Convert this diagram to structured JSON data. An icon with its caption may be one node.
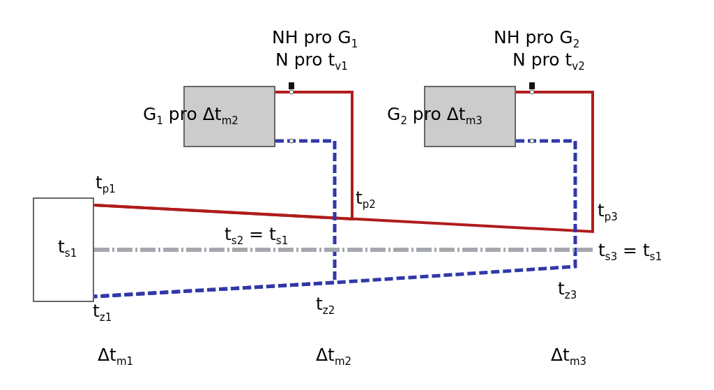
{
  "diagram": {
    "nodes": [
      {
        "text": [
          "t$_{s1}$"
        ]
      },
      {
        "text": [
          "G$_{1}$ pro Δt$_{m2}$"
        ]
      },
      {
        "text": [
          "G$_{2}$ pro Δt$_{m3}$"
        ]
      },
      {
        "text": [
          "t$_{s3}$ = t$_{s1}$"
        ]
      }
    ],
    "edges": [
      {
        "from": 0,
        "to": 1,
        "arrow": "none",
        "color": "#b01c1c"
      },
      {
        "from": 0,
        "to": 2,
        "arrow": "none",
        "color": "#b01c1c"
      },
      {
        "from": 1,
        "to": 0,
        "arrow": "none",
        "style": "dashed",
        "color": "#3038a8"
      },
      {
        "from": 2,
        "to": 0,
        "arrow": "none",
        "style": "dashed",
        "color": "#3038a8"
      },
      {
        "from": 0,
        "to": 3,
        "arrow": "none",
        "style": "dashed",
        "color": "#a4a8ac"
      }
    ],
    "labels": [
      "NH pro G$_{1}$",
      "N pro t$_{v1}$",
      "NH pro G$_{2}$",
      "N pro t$_{v2}$",
      "t$_{p1}$",
      "t$_{p2}$",
      "t$_{s2}$ = t$_{s1}$",
      "t$_{p3}$",
      "t$_{z1}$",
      "t$_{z2}$",
      "t$_{z3}$",
      "Δt$_{m1}$",
      "Δt$_{m2}$",
      "Δt$_{m3}$"
    ]
  }
}
